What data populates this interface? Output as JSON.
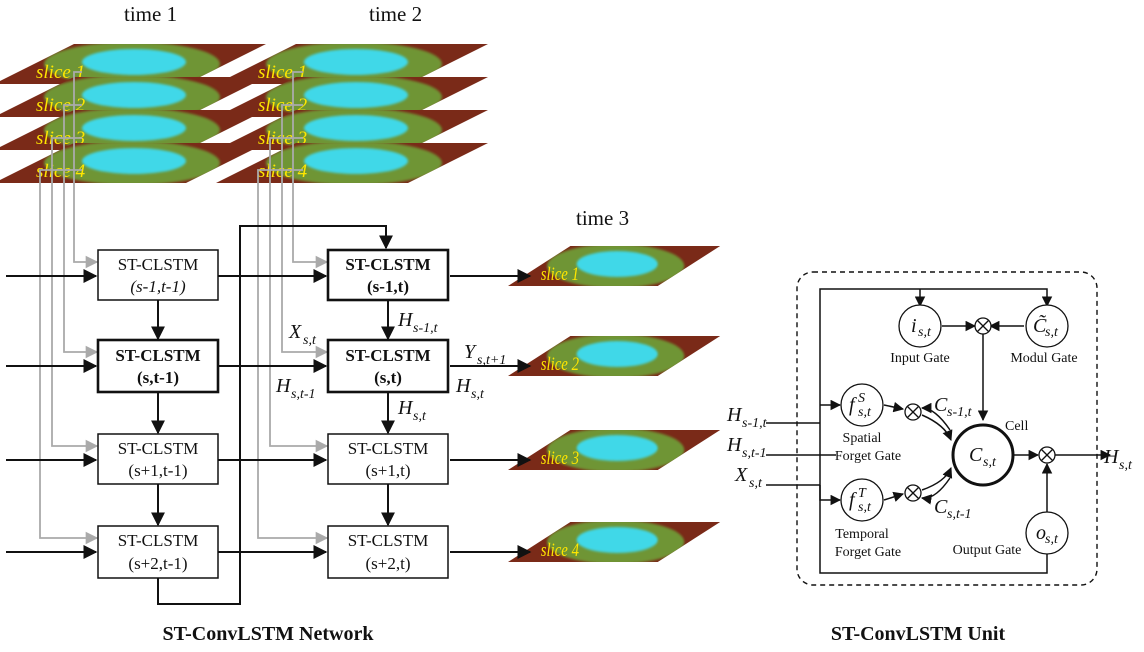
{
  "network": {
    "time_labels": [
      "time 1",
      "time 2",
      "time 3"
    ],
    "slice_labels": [
      "slice 1",
      "slice 2",
      "slice 3",
      "slice 4"
    ],
    "cells_col1": [
      {
        "title": "ST-CLSTM",
        "sub": "(s-1,t-1)"
      },
      {
        "title": "ST-CLSTM",
        "sub": "(s,t-1)"
      },
      {
        "title": "ST-CLSTM",
        "sub": "(s+1,t-1)"
      },
      {
        "title": "ST-CLSTM",
        "sub": "(s+2,t-1)"
      }
    ],
    "cells_col2": [
      {
        "title": "ST-CLSTM",
        "sub": "(s-1,t)"
      },
      {
        "title": "ST-CLSTM",
        "sub": "(s,t)"
      },
      {
        "title": "ST-CLSTM",
        "sub": "(s+1,t)"
      },
      {
        "title": "ST-CLSTM",
        "sub": "(s+2,t)"
      }
    ],
    "edge_labels": {
      "x_st": "X",
      "x_st_sub": "s,t",
      "h_s1t": "H",
      "h_s1t_sub": "s-1,t",
      "h_st1": "H",
      "h_st1_sub": "s,t-1",
      "y_st1": "Y",
      "y_st1_sub": "s,t+1",
      "h_st_right": "H",
      "h_st_right_sub": "s,t",
      "h_st_down": "H",
      "h_st_down_sub": "s,t"
    },
    "caption": "ST-ConvLSTM Network"
  },
  "unit": {
    "caption": "ST-ConvLSTM Unit",
    "nodes": {
      "input": {
        "sym": "i",
        "sub": "s,t"
      },
      "modul": {
        "sym": "C̃",
        "sub": "s,t"
      },
      "spatial": {
        "sym": "f",
        "sup": "S",
        "sub": "s,t"
      },
      "temporal": {
        "sym": "f",
        "sup": "T",
        "sub": "s,t"
      },
      "cell": {
        "sym": "C",
        "sub": "s,t"
      },
      "output": {
        "sym": "o",
        "sub": "s,t"
      }
    },
    "gate_labels": {
      "input": "Input Gate",
      "modul": "Modul Gate",
      "spatial_1": "Spatial",
      "spatial_2": "Forget Gate",
      "temporal_1": "Temporal",
      "temporal_2": "Forget Gate",
      "output": "Output Gate",
      "cell": "Cell"
    },
    "inputs": [
      {
        "sym": "H",
        "sub": "s-1,t"
      },
      {
        "sym": "H",
        "sub": "s,t-1"
      },
      {
        "sym": "X",
        "sub": "s,t"
      }
    ],
    "c_prev_space": {
      "sym": "C",
      "sub": "s-1,t"
    },
    "c_prev_time": {
      "sym": "C",
      "sub": "s,t-1"
    },
    "output": {
      "sym": "H",
      "sub": "s,t"
    }
  },
  "colors": {
    "slice_base": "#7a2a18",
    "slice_mid": "#9b6a2c",
    "slice_green": "#6ea83a",
    "slice_cyan": "#3fd8e8",
    "slice_text": "#ffe600",
    "gray_line": "#aaaaaa",
    "black": "#111111"
  }
}
